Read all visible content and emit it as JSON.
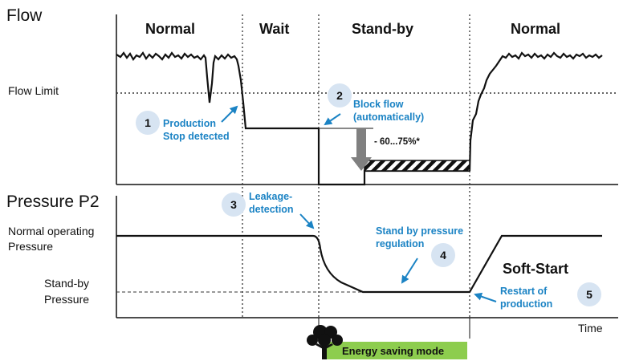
{
  "labels": {
    "flow_title": "Flow",
    "pressure_title": "Pressure P2",
    "flow_limit": "Flow Limit",
    "normal_pressure_line1": "Normal operating",
    "normal_pressure_line2": "Pressure",
    "standby_pressure_line1": "Stand-by",
    "standby_pressure_line2": "Pressure",
    "time": "Time"
  },
  "phases": {
    "normal_1": "Normal",
    "wait": "Wait",
    "standby": "Stand-by",
    "normal_2": "Normal"
  },
  "annotations": {
    "n1": "1",
    "a1_line1": "Production",
    "a1_line2": "Stop detected",
    "n2": "2",
    "a2_line1": "Block flow",
    "a2_line2": "(automatically)",
    "reduction": "- 60...75%*",
    "n3": "3",
    "a3_line1": "Leakage-",
    "a3_line2": "detection",
    "n4": "4",
    "a4_line1": "Stand by pressure",
    "a4_line2": "regulation",
    "n5": "5",
    "a5_line1": "Restart of",
    "a5_line2": "production",
    "soft_start": "Soft-Start"
  },
  "energy_saving": "Energy saving mode",
  "colors": {
    "accent_blue": "#1b83c4",
    "circle_fill": "#d7e4f2",
    "energy_green": "#8dcd4e",
    "arrow_gray": "#808080"
  },
  "icons": {
    "tree": "tree-icon"
  }
}
